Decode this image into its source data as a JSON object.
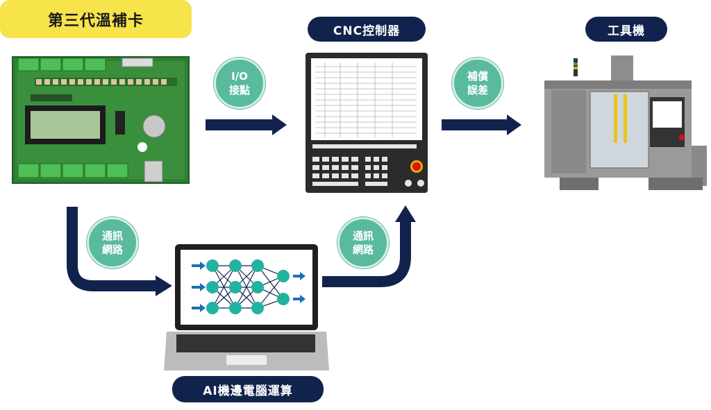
{
  "labels": {
    "card": "第三代溫補卡",
    "cnc": "CNC控制器",
    "machine": "工具機",
    "edge": "AI機邊電腦運算"
  },
  "badges": {
    "io": [
      "I/O",
      "接點"
    ],
    "compensation": [
      "補償",
      "誤差"
    ],
    "network_left": [
      "通訊",
      "網路"
    ],
    "network_right": [
      "通訊",
      "網路"
    ]
  },
  "colors": {
    "navy": "#11234d",
    "yellow": "#f7e34a",
    "teal": "#5aba9e",
    "pcb_green": "#2e7d32",
    "node_teal": "#22b3a0"
  }
}
